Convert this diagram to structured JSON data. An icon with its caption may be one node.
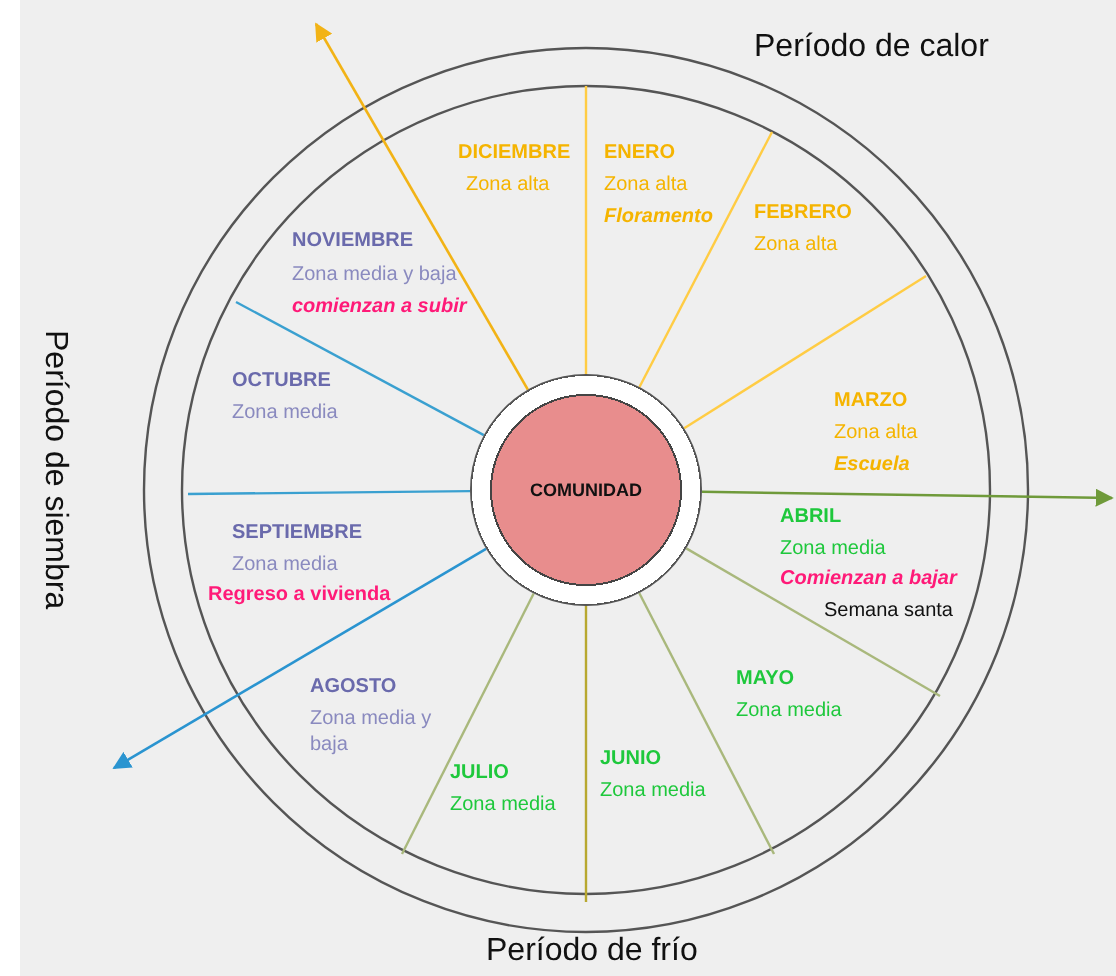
{
  "diagram": {
    "nodes": [
      {
        "text": [
          "COMUNIDAD"
        ]
      }
    ],
    "labels": [
      "Período de calor",
      "DICIEMBRE",
      "Zona alta",
      "ENERO",
      "Zona alta",
      "Floramento",
      "FEBRERO",
      "Zona alta",
      "NOVIEMBRE",
      "Zona media y baja",
      "comienzan a subir",
      "Período de siembra",
      "OCTUBRE",
      "Zona media",
      "MARZO",
      "Zona alta",
      "Escuela",
      "SEPTIEMBRE",
      "Zona media",
      "Regreso a vivienda",
      "ABRIL",
      "Zona media",
      "Comienzan a bajar",
      "Semana santa",
      "MAYO",
      "Zona media",
      "AGOSTO",
      "Zona media y baja",
      "JULIO",
      "Zona media",
      "JUNIO",
      "Zona media",
      "Período de frío"
    ]
  }
}
